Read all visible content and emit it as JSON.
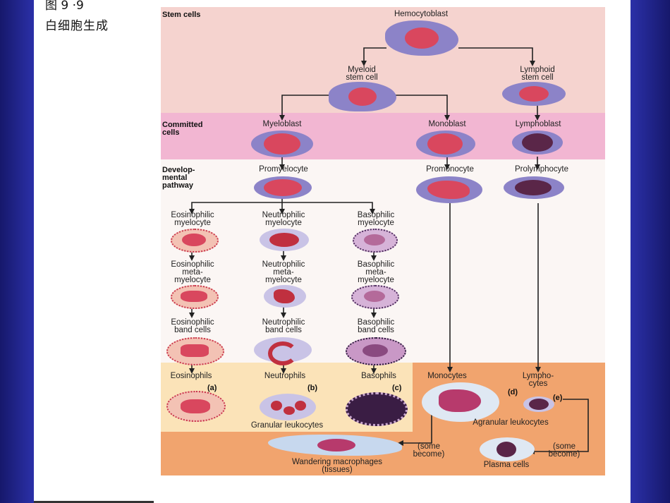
{
  "slide": {
    "title_cut": "图 9 ·9",
    "title": "白细胞生成"
  },
  "bands": {
    "stem": "Stem cells",
    "committed": [
      "Committed",
      "cells"
    ],
    "developmental": [
      "Develop-",
      "mental",
      "pathway"
    ]
  },
  "cells": {
    "hemocytoblast": "Hemocytoblast",
    "myeloid": [
      "Myeloid",
      "stem cell"
    ],
    "lymphoid": [
      "Lymphoid",
      "stem cell"
    ],
    "myeloblast": "Myeloblast",
    "monoblast": "Monoblast",
    "lymphoblast": "Lymphoblast",
    "promyelocyte": "Promyelocyte",
    "promonocyte": "Promonocyte",
    "prolymphocyte": "Prolymphocyte",
    "eos_myelocyte": [
      "Eosinophilic",
      "myelocyte"
    ],
    "neu_myelocyte": [
      "Neutrophilic",
      "myelocyte"
    ],
    "bas_myelocyte": [
      "Basophilic",
      "myelocyte"
    ],
    "eos_meta": [
      "Eosinophilic",
      "meta-",
      "myelocyte"
    ],
    "neu_meta": [
      "Neutrophilic",
      "meta-",
      "myelocyte"
    ],
    "bas_meta": [
      "Basophilic",
      "meta-",
      "myelocyte"
    ],
    "eos_band": [
      "Eosinophilic",
      "band cells"
    ],
    "neu_band": [
      "Neutrophilic",
      "band cells"
    ],
    "bas_band": [
      "Basophilic",
      "band cells"
    ],
    "eosinophils": "Eosinophils",
    "neutrophils": "Neutrophils",
    "basophils": "Basophils",
    "monocytes": "Monocytes",
    "lymphocytes": [
      "Lympho-",
      "cytes"
    ],
    "granular": "Granular leukocytes",
    "agranular": "Agranular leukocytes",
    "some_become_left": [
      "(some",
      "become)"
    ],
    "some_become_right": [
      "(some",
      "become)"
    ],
    "macrophages": [
      "Wandering macrophages",
      "(tissues)"
    ],
    "plasma": "Plasma cells"
  },
  "letters": {
    "a": "(a)",
    "b": "(b)",
    "c": "(c)",
    "d": "(d)",
    "e": "(e)"
  },
  "colors": {
    "stem_band": "#f5d3cf",
    "committed_band": "#f2b6d2",
    "granular_band": "#fbe3b8",
    "agranular_band": "#f1a46e",
    "cytoplasm_purple": "#8c83c8",
    "nucleus_red": "#d9475e"
  }
}
